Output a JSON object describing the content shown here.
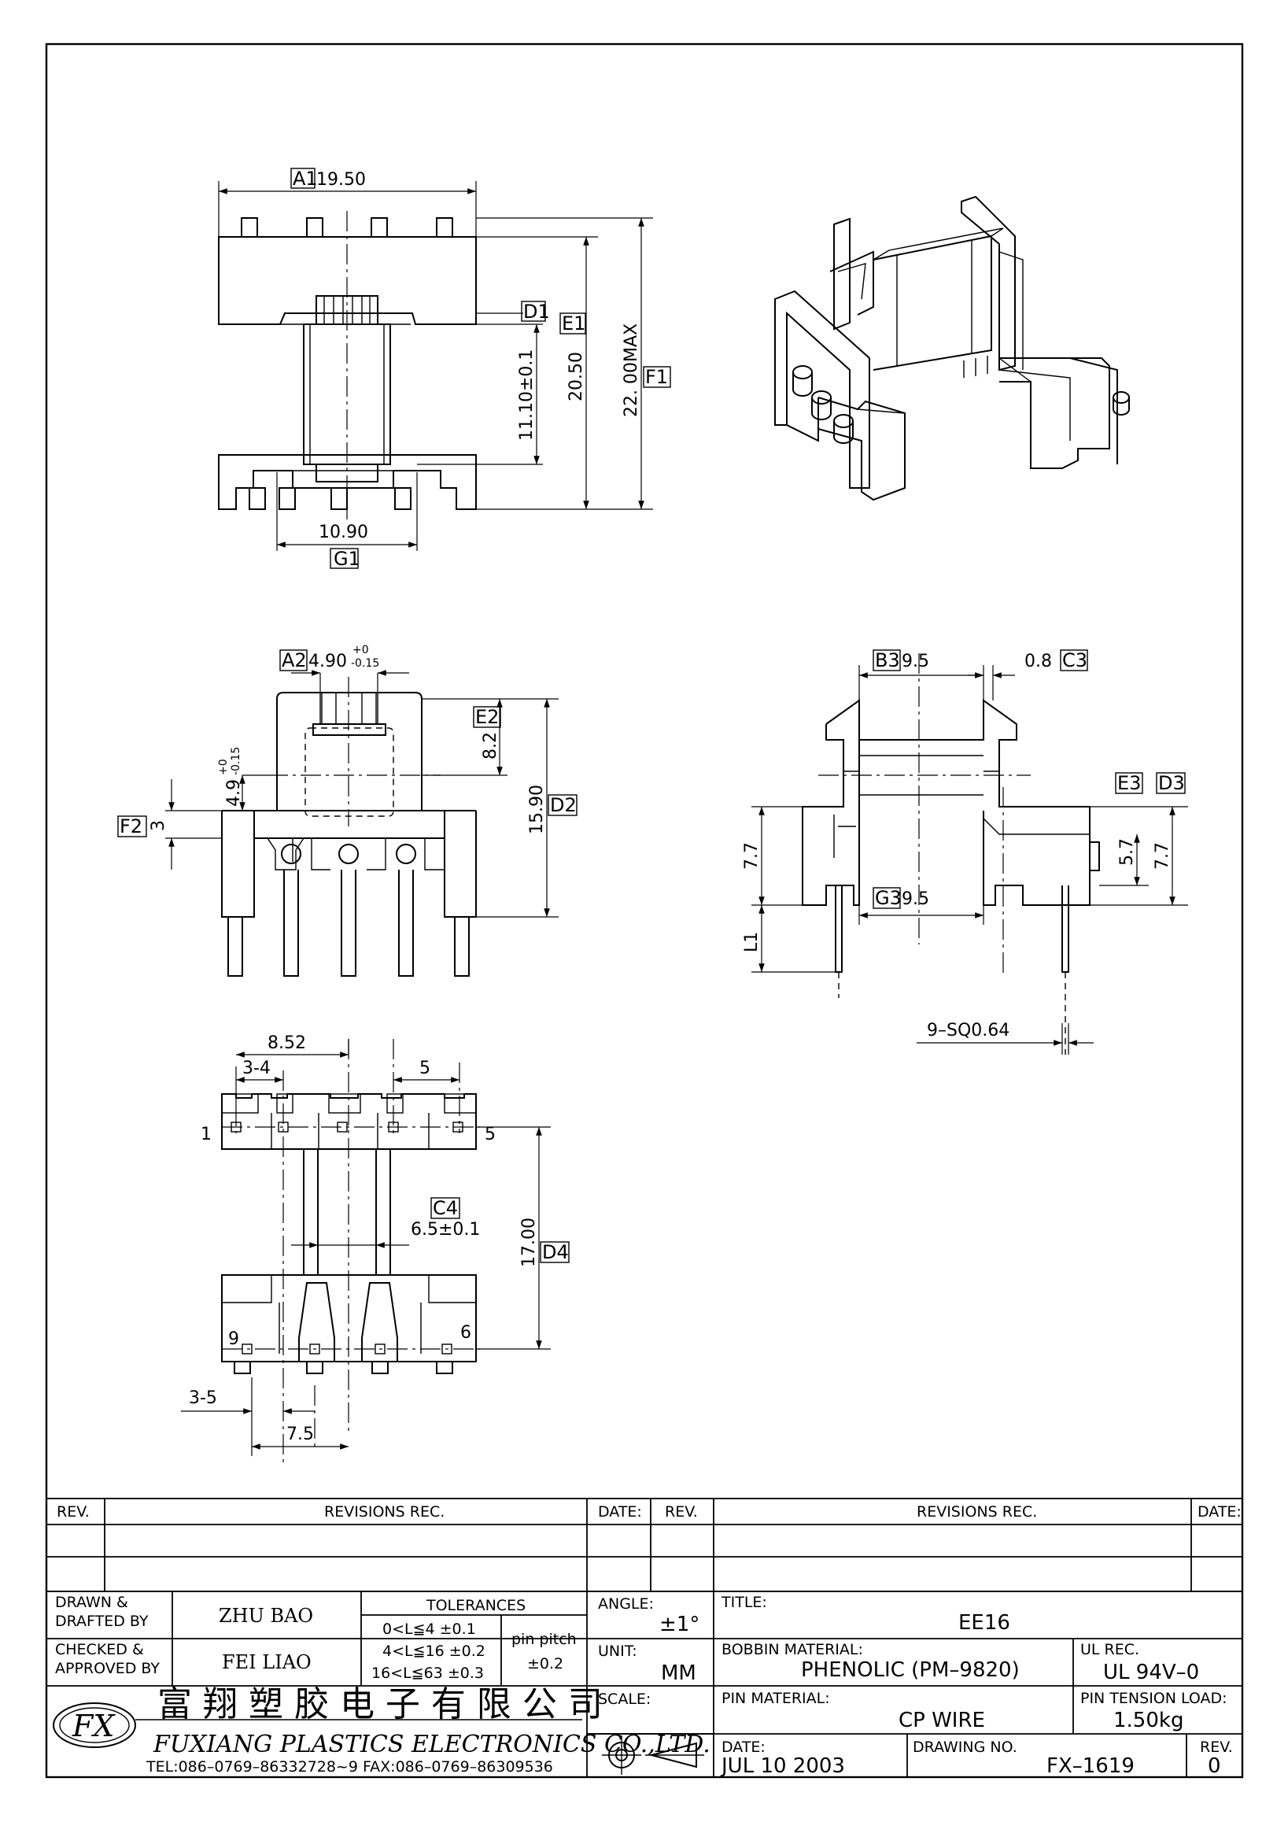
{
  "views": {
    "front": {
      "dim_width": {
        "label_box": "A1",
        "value": "19.50"
      },
      "dim_core": {
        "label_box": "G1",
        "value": "10.90"
      },
      "dim_winding": {
        "value": "11.10±0.1"
      },
      "dim_height": {
        "label_box": "E1",
        "value": "20.50"
      },
      "dim_overall": {
        "label_box": "F1",
        "value": "22. 00MAX"
      },
      "flange_ref": {
        "label_box": "D1"
      }
    },
    "side": {
      "dim_tongue": {
        "label_box": "A2",
        "value": "4.90",
        "tol_plus": "+0",
        "tol_minus": "-0.15"
      },
      "dim_top": {
        "label_box": "E2",
        "value": "8.2"
      },
      "dim_total": {
        "label_box": "D2",
        "value": "15.90"
      },
      "dim_offset": {
        "value": "4.9",
        "tol_plus": "+0",
        "tol_minus": "-0.15"
      },
      "dim_base": {
        "label_box": "F2",
        "value": "3"
      }
    },
    "right": {
      "dim_b3": {
        "label_box": "B3",
        "value": "9.5"
      },
      "dim_c3": {
        "label_box": "C3",
        "value": "0.8"
      },
      "dim_g3": {
        "label_box": "G3",
        "value": "9.5"
      },
      "dim_e3": {
        "label_box": "E3",
        "value": "5.7"
      },
      "dim_d3": {
        "label_box": "D3",
        "value": "7.7"
      },
      "dim_left_h": {
        "value": "7.7"
      },
      "dim_l1": {
        "value": "L1"
      },
      "pin_spec": {
        "value": "9–SQ0.64"
      }
    },
    "bottom": {
      "dim_span": {
        "value": "8.52"
      },
      "dim_34": {
        "value": "3-4"
      },
      "dim_5": {
        "value": "5"
      },
      "dim_c4": {
        "label_box": "C4",
        "value": "6.5±0.1"
      },
      "dim_d4": {
        "label_box": "D4",
        "value": "17.00"
      },
      "dim_35": {
        "value": "3-5"
      },
      "dim_75": {
        "value": "7.5"
      },
      "pin_labels": [
        "1",
        "5",
        "9",
        "6"
      ]
    }
  },
  "revision_table": {
    "left": {
      "rev": "REV.",
      "rec": "REVISIONS   REC.",
      "date": "DATE:"
    },
    "right": {
      "rev": "REV.",
      "rec": "REVISIONS   REC.",
      "date": "DATE:"
    }
  },
  "title_block": {
    "drawn_label_1": "DRAWN  &",
    "drawn_label_2": "DRAFTED  BY",
    "drawn_by": "ZHU  BAO",
    "checked_label_1": "CHECKED  &",
    "checked_label_2": "APPROVED  BY",
    "checked_by": "FEI  LIAO",
    "tolerances_title": "TOLERANCES",
    "tol_rows": [
      "0<L≦4    ±0.1",
      "4<L≦16  ±0.2",
      "16<L≦63  ±0.3"
    ],
    "pin_pitch_label": "pin  pitch",
    "pin_pitch_value": "±0.2",
    "angle_label": "ANGLE:",
    "angle_value": "±1°",
    "unit_label": "UNIT:",
    "unit_value": "MM",
    "scale_label": "SCALE:",
    "title_label": "TITLE:",
    "title_value": "EE16",
    "bobbin_label": "BOBBIN  MATERIAL:",
    "bobbin_value": "PHENOLIC  (PM–9820)",
    "ul_label": "UL  REC.",
    "ul_value": "UL  94V–0",
    "pin_mat_label": "PIN  MATERIAL:",
    "pin_mat_value": "CP  WIRE",
    "tension_label": "PIN  TENSION  LOAD:",
    "tension_value": "1.50kg",
    "date_label": "DATE:",
    "date_value": "JUL  10    2003",
    "drawing_no_label": "DRAWING  NO.",
    "drawing_no_value": "FX–1619",
    "rev_label": "REV.",
    "rev_value": "0",
    "company_cn": "富 翔 塑 胶 电 子 有 限 公 司",
    "company_en": "FUXIANG  PLASTICS  ELECTRONICS  CO.,LTD.",
    "company_tel": "TEL:086–0769–86332728~9   FAX:086–0769–86309536",
    "logo_text": "FX"
  }
}
